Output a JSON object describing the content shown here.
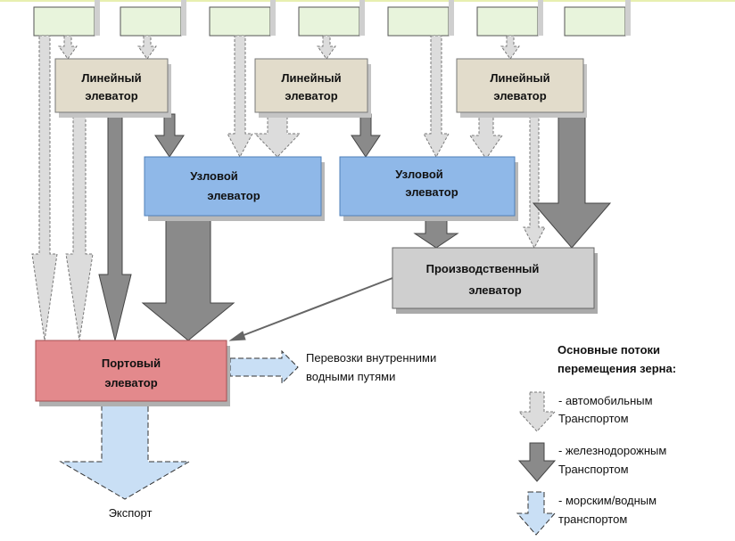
{
  "nodes": {
    "linear_1": {
      "line1": "Линейный",
      "line2": "элеватор"
    },
    "linear_2": {
      "line1": "Линейный",
      "line2": "элеватор"
    },
    "linear_3": {
      "line1": "Линейный",
      "line2": "элеватор"
    },
    "nodal_1": {
      "line1": "Узловой",
      "line2": "элеватор"
    },
    "nodal_2": {
      "line1": "Узловой",
      "line2": "элеватор"
    },
    "production": {
      "line1": "Производственный",
      "line2": "элеватор"
    },
    "port": {
      "line1": "Портовый",
      "line2": "элеватор"
    }
  },
  "labels": {
    "inland_line1": "Перевозки внутренними",
    "inland_line2": "водными путями",
    "export": "Экспорт"
  },
  "legend": {
    "title_line1": "Основные потоки",
    "title_line2": "перемещения зерна:",
    "auto_line1": "- автомобильным",
    "auto_line2": "Транспортом",
    "rail_line1": "- железнодорожным",
    "rail_line2": "Транспортом",
    "water_line1": "- морским/водным",
    "water_line2": "транспортом"
  },
  "colors": {
    "source_box": "#e8f4dc",
    "linear_box": "#e2dccb",
    "nodal_box": "#8fb8e8",
    "production_box": "#cfcfcf",
    "port_box": "#e3898c",
    "auto_arrow": "#dcdcdc",
    "rail_arrow": "#8a8a8a",
    "water_arrow": "#c9dff5"
  }
}
